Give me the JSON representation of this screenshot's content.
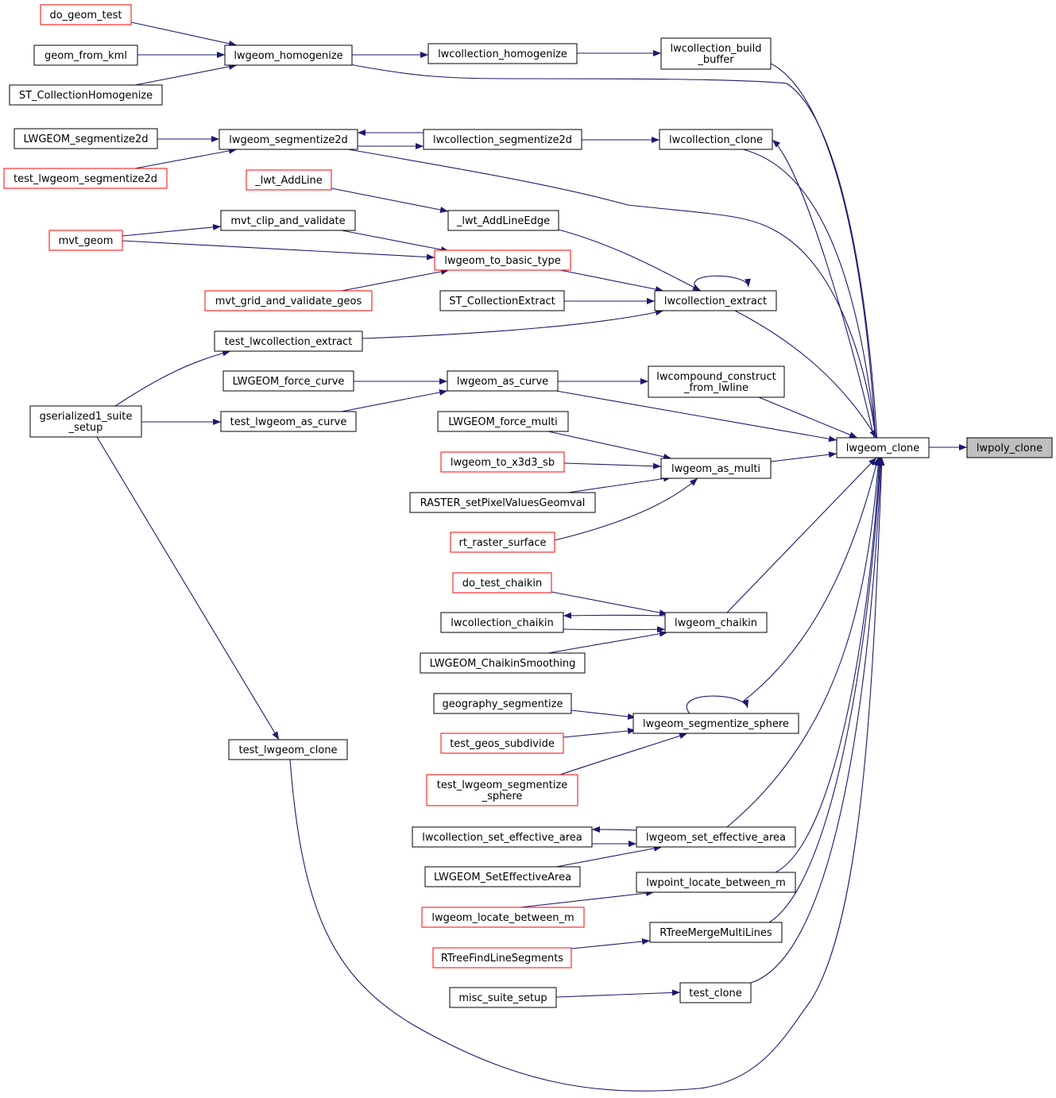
{
  "diagram": {
    "colors": {
      "edge": "#191970",
      "node_border_default": "#000000",
      "node_border_truncated": "#ff0000",
      "node_fill_default": "#ffffff",
      "node_fill_focus": "#bfbfbf"
    },
    "nodes": [
      {
        "id": "lwpoly_clone",
        "label": [
          "lwpoly_clone"
        ],
        "style": "focus"
      },
      {
        "id": "lwgeom_clone",
        "label": [
          "lwgeom_clone"
        ],
        "style": "normal"
      },
      {
        "id": "lwcollection_build_buffer",
        "label": [
          "lwcollection_build",
          "_buffer"
        ],
        "style": "normal"
      },
      {
        "id": "lwcollection_homogenize",
        "label": [
          "lwcollection_homogenize"
        ],
        "style": "normal"
      },
      {
        "id": "lwgeom_homogenize",
        "label": [
          "lwgeom_homogenize"
        ],
        "style": "normal"
      },
      {
        "id": "do_geom_test",
        "label": [
          "do_geom_test"
        ],
        "style": "truncated"
      },
      {
        "id": "geom_from_kml",
        "label": [
          "geom_from_kml"
        ],
        "style": "normal"
      },
      {
        "id": "ST_CollectionHomogenize",
        "label": [
          "ST_CollectionHomogenize"
        ],
        "style": "normal"
      },
      {
        "id": "lwcollection_clone",
        "label": [
          "lwcollection_clone"
        ],
        "style": "normal"
      },
      {
        "id": "lwcollection_segmentize2d",
        "label": [
          "lwcollection_segmentize2d"
        ],
        "style": "normal"
      },
      {
        "id": "lwgeom_segmentize2d",
        "label": [
          "lwgeom_segmentize2d"
        ],
        "style": "normal"
      },
      {
        "id": "LWGEOM_segmentize2d",
        "label": [
          "LWGEOM_segmentize2d"
        ],
        "style": "normal"
      },
      {
        "id": "test_lwgeom_segmentize2d",
        "label": [
          "test_lwgeom_segmentize2d"
        ],
        "style": "truncated"
      },
      {
        "id": "lwt_AddLine",
        "label": [
          "_lwt_AddLine"
        ],
        "style": "truncated"
      },
      {
        "id": "lwt_AddLineEdge",
        "label": [
          "_lwt_AddLineEdge"
        ],
        "style": "normal"
      },
      {
        "id": "mvt_clip_and_validate",
        "label": [
          "mvt_clip_and_validate"
        ],
        "style": "normal"
      },
      {
        "id": "mvt_geom",
        "label": [
          "mvt_geom"
        ],
        "style": "truncated"
      },
      {
        "id": "lwgeom_to_basic_type",
        "label": [
          "lwgeom_to_basic_type"
        ],
        "style": "truncated"
      },
      {
        "id": "mvt_grid_and_validate_geos",
        "label": [
          "mvt_grid_and_validate_geos"
        ],
        "style": "truncated"
      },
      {
        "id": "ST_CollectionExtract",
        "label": [
          "ST_CollectionExtract"
        ],
        "style": "normal"
      },
      {
        "id": "lwcollection_extract",
        "label": [
          "lwcollection_extract"
        ],
        "style": "normal"
      },
      {
        "id": "test_lwcollection_extract",
        "label": [
          "test_lwcollection_extract"
        ],
        "style": "normal"
      },
      {
        "id": "LWGEOM_force_curve",
        "label": [
          "LWGEOM_force_curve"
        ],
        "style": "normal"
      },
      {
        "id": "lwgeom_as_curve",
        "label": [
          "lwgeom_as_curve"
        ],
        "style": "normal"
      },
      {
        "id": "lwcompound_construct_from_lwline",
        "label": [
          "lwcompound_construct",
          "_from_lwline"
        ],
        "style": "normal"
      },
      {
        "id": "gserialized1_suite_setup",
        "label": [
          "gserialized1_suite",
          "_setup"
        ],
        "style": "normal"
      },
      {
        "id": "test_lwgeom_as_curve",
        "label": [
          "test_lwgeom_as_curve"
        ],
        "style": "normal"
      },
      {
        "id": "LWGEOM_force_multi",
        "label": [
          "LWGEOM_force_multi"
        ],
        "style": "normal"
      },
      {
        "id": "lwgeom_to_x3d3_sb",
        "label": [
          "lwgeom_to_x3d3_sb"
        ],
        "style": "truncated"
      },
      {
        "id": "lwgeom_as_multi",
        "label": [
          "lwgeom_as_multi"
        ],
        "style": "normal"
      },
      {
        "id": "RASTER_setPixelValuesGeomval",
        "label": [
          "RASTER_setPixelValuesGeomval"
        ],
        "style": "normal"
      },
      {
        "id": "rt_raster_surface",
        "label": [
          "rt_raster_surface"
        ],
        "style": "truncated"
      },
      {
        "id": "do_test_chaikin",
        "label": [
          "do_test_chaikin"
        ],
        "style": "truncated"
      },
      {
        "id": "lwcollection_chaikin",
        "label": [
          "lwcollection_chaikin"
        ],
        "style": "normal"
      },
      {
        "id": "lwgeom_chaikin",
        "label": [
          "lwgeom_chaikin"
        ],
        "style": "normal"
      },
      {
        "id": "LWGEOM_ChaikinSmoothing",
        "label": [
          "LWGEOM_ChaikinSmoothing"
        ],
        "style": "normal"
      },
      {
        "id": "geography_segmentize",
        "label": [
          "geography_segmentize"
        ],
        "style": "normal"
      },
      {
        "id": "lwgeom_segmentize_sphere",
        "label": [
          "lwgeom_segmentize_sphere"
        ],
        "style": "normal"
      },
      {
        "id": "test_geos_subdivide",
        "label": [
          "test_geos_subdivide"
        ],
        "style": "truncated"
      },
      {
        "id": "test_lwgeom_segmentize_sphere",
        "label": [
          "test_lwgeom_segmentize",
          "_sphere"
        ],
        "style": "truncated"
      },
      {
        "id": "test_lwgeom_clone",
        "label": [
          "test_lwgeom_clone"
        ],
        "style": "normal"
      },
      {
        "id": "lwcollection_set_effective_area",
        "label": [
          "lwcollection_set_effective_area"
        ],
        "style": "normal"
      },
      {
        "id": "lwgeom_set_effective_area",
        "label": [
          "lwgeom_set_effective_area"
        ],
        "style": "normal"
      },
      {
        "id": "LWGEOM_SetEffectiveArea",
        "label": [
          "LWGEOM_SetEffectiveArea"
        ],
        "style": "normal"
      },
      {
        "id": "lwpoint_locate_between_m",
        "label": [
          "lwpoint_locate_between_m"
        ],
        "style": "normal"
      },
      {
        "id": "lwgeom_locate_between_m",
        "label": [
          "lwgeom_locate_between_m"
        ],
        "style": "truncated"
      },
      {
        "id": "RTreeMergeMultiLines",
        "label": [
          "RTreeMergeMultiLines"
        ],
        "style": "normal"
      },
      {
        "id": "RTreeFindLineSegments",
        "label": [
          "RTreeFindLineSegments"
        ],
        "style": "truncated"
      },
      {
        "id": "test_clone",
        "label": [
          "test_clone"
        ],
        "style": "normal"
      },
      {
        "id": "misc_suite_setup",
        "label": [
          "misc_suite_setup"
        ],
        "style": "normal"
      }
    ],
    "edges": [
      {
        "from": "lwgeom_clone",
        "to": "lwpoly_clone"
      },
      {
        "from": "lwcollection_build_buffer",
        "to": "lwgeom_clone"
      },
      {
        "from": "lwgeom_homogenize",
        "to": "lwgeom_clone"
      },
      {
        "from": "lwcollection_clone",
        "to": "lwgeom_clone"
      },
      {
        "from": "lwgeom_segmentize2d",
        "to": "lwgeom_clone"
      },
      {
        "from": "lwcollection_extract",
        "to": "lwgeom_clone"
      },
      {
        "from": "lwgeom_as_curve",
        "to": "lwgeom_clone"
      },
      {
        "from": "lwcompound_construct_from_lwline",
        "to": "lwgeom_clone"
      },
      {
        "from": "lwgeom_as_multi",
        "to": "lwgeom_clone"
      },
      {
        "from": "lwgeom_chaikin",
        "to": "lwgeom_clone"
      },
      {
        "from": "lwgeom_segmentize_sphere",
        "to": "lwgeom_clone"
      },
      {
        "from": "lwgeom_set_effective_area",
        "to": "lwgeom_clone"
      },
      {
        "from": "lwpoint_locate_between_m",
        "to": "lwgeom_clone"
      },
      {
        "from": "RTreeMergeMultiLines",
        "to": "lwgeom_clone"
      },
      {
        "from": "test_clone",
        "to": "lwgeom_clone"
      },
      {
        "from": "test_lwgeom_clone",
        "to": "lwgeom_clone"
      },
      {
        "from": "lwgeom_clone",
        "to": "lwcollection_clone"
      },
      {
        "from": "lwcollection_homogenize",
        "to": "lwcollection_build_buffer"
      },
      {
        "from": "lwgeom_homogenize",
        "to": "lwcollection_homogenize"
      },
      {
        "from": "do_geom_test",
        "to": "lwgeom_homogenize"
      },
      {
        "from": "geom_from_kml",
        "to": "lwgeom_homogenize"
      },
      {
        "from": "ST_CollectionHomogenize",
        "to": "lwgeom_homogenize"
      },
      {
        "from": "lwcollection_segmentize2d",
        "to": "lwcollection_clone"
      },
      {
        "from": "lwgeom_segmentize2d",
        "to": "lwcollection_segmentize2d"
      },
      {
        "from": "lwcollection_segmentize2d",
        "to": "lwgeom_segmentize2d"
      },
      {
        "from": "LWGEOM_segmentize2d",
        "to": "lwgeom_segmentize2d"
      },
      {
        "from": "test_lwgeom_segmentize2d",
        "to": "lwgeom_segmentize2d"
      },
      {
        "from": "lwt_AddLine",
        "to": "lwt_AddLineEdge"
      },
      {
        "from": "lwt_AddLineEdge",
        "to": "lwcollection_extract"
      },
      {
        "from": "mvt_geom",
        "to": "mvt_clip_and_validate"
      },
      {
        "from": "mvt_clip_and_validate",
        "to": "lwgeom_to_basic_type"
      },
      {
        "from": "mvt_geom",
        "to": "lwgeom_to_basic_type"
      },
      {
        "from": "mvt_grid_and_validate_geos",
        "to": "lwgeom_to_basic_type"
      },
      {
        "from": "lwgeom_to_basic_type",
        "to": "lwcollection_extract"
      },
      {
        "from": "ST_CollectionExtract",
        "to": "lwcollection_extract"
      },
      {
        "from": "lwcollection_extract",
        "to": "lwcollection_extract"
      },
      {
        "from": "test_lwcollection_extract",
        "to": "lwcollection_extract"
      },
      {
        "from": "gserialized1_suite_setup",
        "to": "test_lwcollection_extract"
      },
      {
        "from": "LWGEOM_force_curve",
        "to": "lwgeom_as_curve"
      },
      {
        "from": "test_lwgeom_as_curve",
        "to": "lwgeom_as_curve"
      },
      {
        "from": "lwgeom_as_curve",
        "to": "lwcompound_construct_from_lwline"
      },
      {
        "from": "gserialized1_suite_setup",
        "to": "test_lwgeom_as_curve"
      },
      {
        "from": "gserialized1_suite_setup",
        "to": "test_lwgeom_clone"
      },
      {
        "from": "LWGEOM_force_multi",
        "to": "lwgeom_as_multi"
      },
      {
        "from": "lwgeom_to_x3d3_sb",
        "to": "lwgeom_as_multi"
      },
      {
        "from": "RASTER_setPixelValuesGeomval",
        "to": "lwgeom_as_multi"
      },
      {
        "from": "rt_raster_surface",
        "to": "lwgeom_as_multi"
      },
      {
        "from": "do_test_chaikin",
        "to": "lwgeom_chaikin"
      },
      {
        "from": "lwgeom_chaikin",
        "to": "lwcollection_chaikin"
      },
      {
        "from": "lwcollection_chaikin",
        "to": "lwgeom_chaikin"
      },
      {
        "from": "LWGEOM_ChaikinSmoothing",
        "to": "lwgeom_chaikin"
      },
      {
        "from": "geography_segmentize",
        "to": "lwgeom_segmentize_sphere"
      },
      {
        "from": "test_geos_subdivide",
        "to": "lwgeom_segmentize_sphere"
      },
      {
        "from": "test_lwgeom_segmentize_sphere",
        "to": "lwgeom_segmentize_sphere"
      },
      {
        "from": "lwgeom_segmentize_sphere",
        "to": "lwgeom_segmentize_sphere"
      },
      {
        "from": "lwgeom_set_effective_area",
        "to": "lwcollection_set_effective_area"
      },
      {
        "from": "lwcollection_set_effective_area",
        "to": "lwgeom_set_effective_area"
      },
      {
        "from": "LWGEOM_SetEffectiveArea",
        "to": "lwgeom_set_effective_area"
      },
      {
        "from": "lwgeom_locate_between_m",
        "to": "lwpoint_locate_between_m"
      },
      {
        "from": "RTreeFindLineSegments",
        "to": "RTreeMergeMultiLines"
      },
      {
        "from": "misc_suite_setup",
        "to": "test_clone"
      }
    ]
  }
}
